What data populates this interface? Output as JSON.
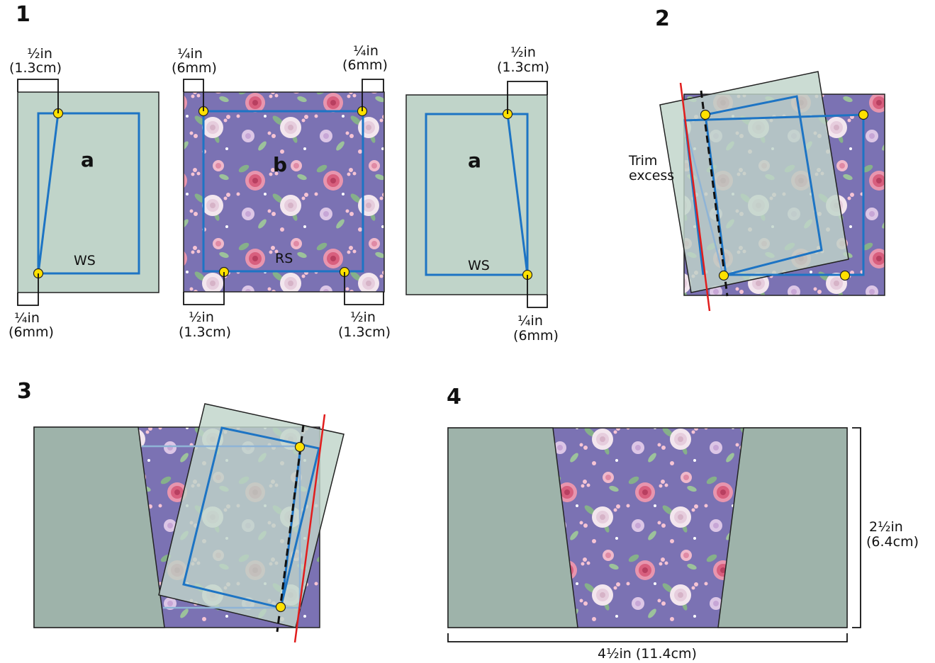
{
  "colors": {
    "piece_a": "#c0d4c9",
    "piece_a_dark": "#9eb3aa",
    "fabric_base": "#7b72b3",
    "seam_line": "#1d74c4",
    "trim_line": "#e11d1d",
    "marker": "#ffe100",
    "bracket": "#111111"
  },
  "steps": {
    "s1": {
      "number": "1",
      "left_panel": {
        "piece_label": "a",
        "side_label": "WS",
        "top_measure": [
          "½in",
          "(1.3cm)"
        ],
        "bottom_measure": [
          "¼in",
          "(6mm)"
        ]
      },
      "center_panel": {
        "piece_label": "b",
        "side_label": "RS",
        "top_left_measure": [
          "¼in",
          "(6mm)"
        ],
        "top_right_measure": [
          "¼in",
          "(6mm)"
        ],
        "bottom_left_measure": [
          "½in",
          "(1.3cm)"
        ],
        "bottom_right_measure": [
          "½in",
          "(1.3cm)"
        ]
      },
      "right_panel": {
        "piece_label": "a",
        "side_label": "WS",
        "top_measure": [
          "½in",
          "(1.3cm)"
        ],
        "bottom_measure": [
          "¼in",
          "(6mm)"
        ]
      }
    },
    "s2": {
      "number": "2",
      "trim_label": [
        "Trim",
        "excess"
      ]
    },
    "s3": {
      "number": "3"
    },
    "s4": {
      "number": "4",
      "height_measure": [
        "2½in",
        "(6.4cm)"
      ],
      "width_measure": "4½in (11.4cm)"
    }
  }
}
